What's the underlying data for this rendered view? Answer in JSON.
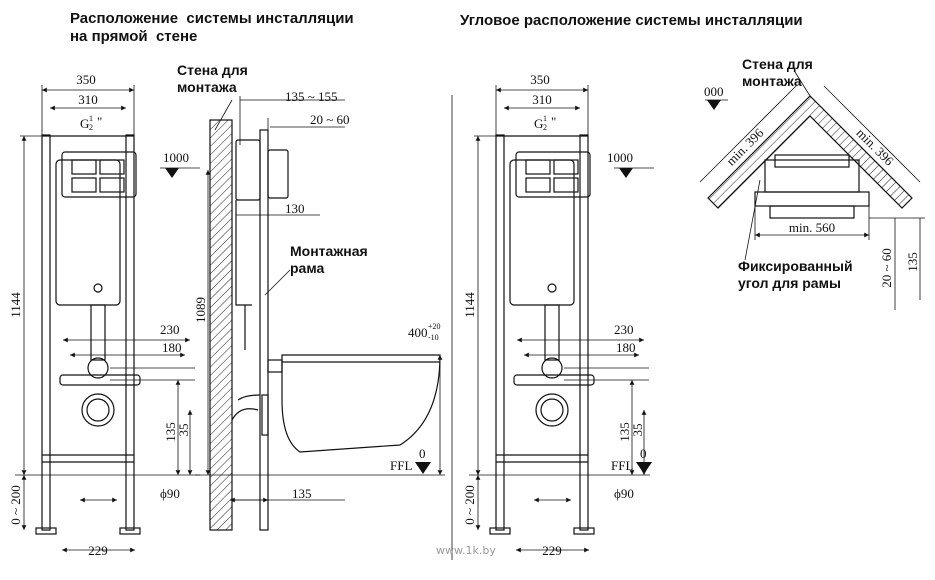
{
  "titles": {
    "straight": "Расположение  системы инсталляции\nна прямой  стене",
    "corner": "Угловое расположение системы инсталляции"
  },
  "labels": {
    "wall_left": "Стена для\nмонтажа",
    "frame": "Монтажная\nрама",
    "wall_right": "Стена для\nмонтажа",
    "fixed_angle": "Фиксированный\nугол для рамы"
  },
  "dims": {
    "w350": "350",
    "w310": "310",
    "g_thread": "G",
    "g_half": "1",
    "g_two": "2",
    "g_quote": "\"",
    "lvl1000": "1000",
    "h1144": "1144",
    "h1089": "1089",
    "d230": "230",
    "d180": "180",
    "d135": "135",
    "d35": "35",
    "h0200": "0 ~ 200",
    "phi90": "ϕ90",
    "w229": "229",
    "d135_155": "135 ~ 155",
    "d20_60": "20 ~ 60",
    "d130": "130",
    "d135b": "135",
    "h400": "400",
    "tol_plus": "+20",
    "tol_minus": "-10",
    "ffl": "FFL",
    "zero": "0",
    "lvl000": "000",
    "min396a": "min. 396",
    "min396b": "min. 396",
    "min560": "min. 560",
    "d20_60v": "20 ~ 60",
    "d135v": "135"
  },
  "watermark": "www.1k.by"
}
